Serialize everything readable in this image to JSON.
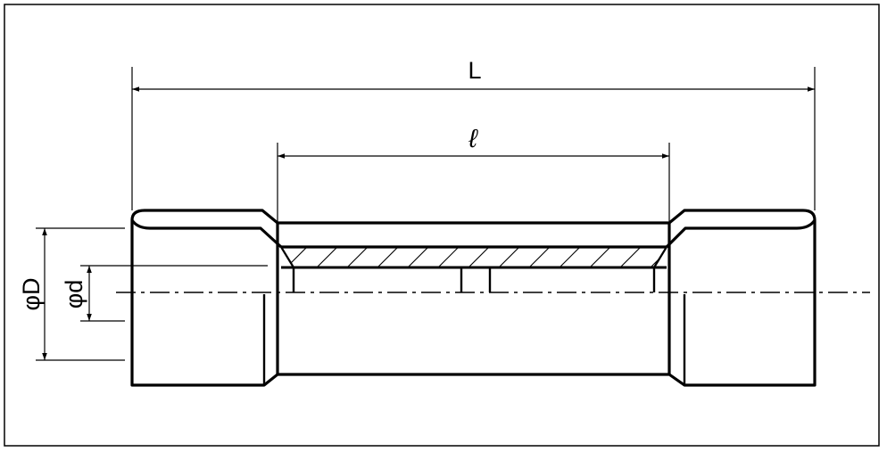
{
  "labels": {
    "overall_length": "L",
    "inner_length": "ℓ",
    "outer_diameter": "φD",
    "inner_diameter": "φd"
  },
  "colors": {
    "line": "#000000",
    "background": "#ffffff"
  }
}
